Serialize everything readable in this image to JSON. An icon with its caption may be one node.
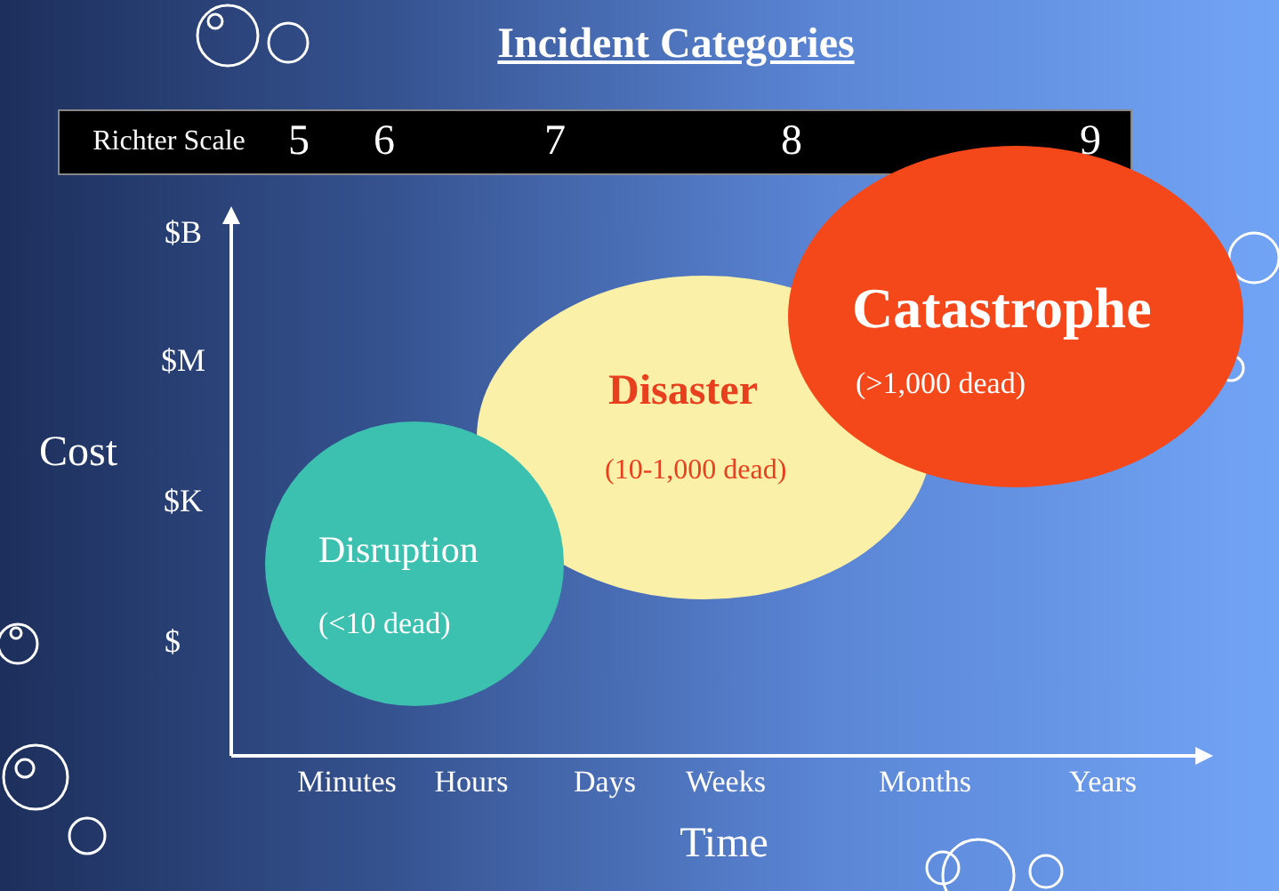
{
  "diagram": {
    "title": "Incident Categories",
    "nodes": [
      {
        "text": [
          "Disruption",
          "(<10 dead)"
        ]
      },
      {
        "text": [
          "Disaster",
          "(10-1,000 dead)"
        ]
      },
      {
        "text": [
          "Catastrophe",
          "(>1,000 dead)"
        ]
      }
    ],
    "labels": [
      "Richter Scale",
      "5",
      "6",
      "7",
      "8",
      "9",
      "$B",
      "$M",
      "Cost",
      "$K",
      "$",
      "Minutes",
      "Hours",
      "Days",
      "Weeks",
      "Months",
      "Years",
      "Time"
    ]
  }
}
